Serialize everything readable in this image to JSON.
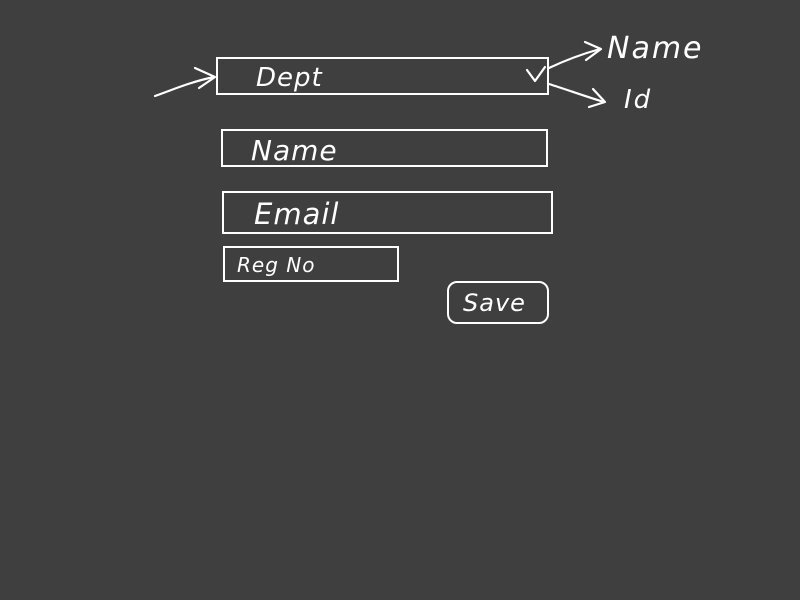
{
  "form": {
    "dept_label": "Dept",
    "name_label": "Name",
    "email_label": "Email",
    "regno_label": "Reg No",
    "save_label": "Save"
  },
  "annotations": {
    "dropdown_option_1": "Name",
    "dropdown_option_2": "Id"
  },
  "icons": {
    "dropdown_indicator": "chevron-down-icon"
  },
  "colors": {
    "background": "#3f3f3f",
    "ink": "#ffffff"
  }
}
